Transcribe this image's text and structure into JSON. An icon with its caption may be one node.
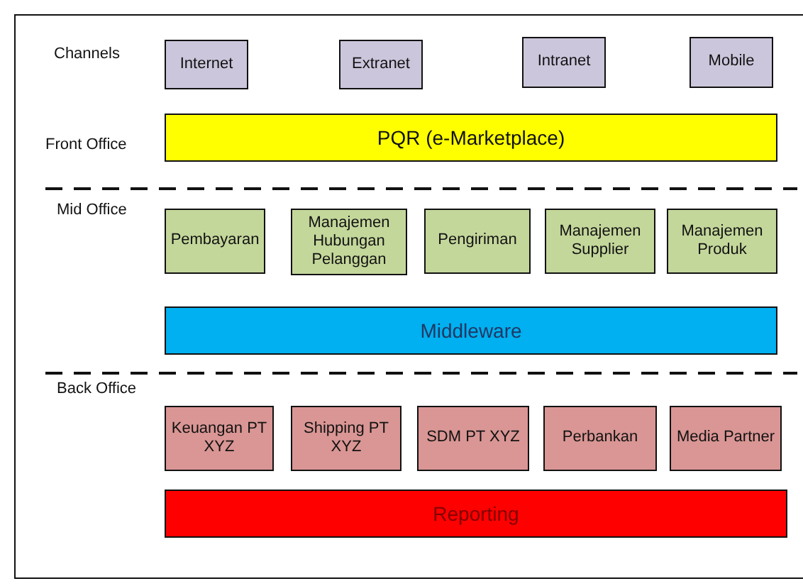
{
  "diagram": {
    "nodes": [
      {
        "text": [
          "Internet"
        ]
      },
      {
        "text": [
          "Extranet"
        ]
      },
      {
        "text": [
          "Intranet"
        ]
      },
      {
        "text": [
          "Mobile"
        ]
      },
      {
        "text": [
          "PQR (e-Marketplace)"
        ]
      },
      {
        "text": [
          "Pembayaran"
        ]
      },
      {
        "text": [
          "Manajemen Hubungan Pelanggan"
        ]
      },
      {
        "text": [
          "Pengiriman"
        ]
      },
      {
        "text": [
          "Manajemen Supplier"
        ]
      },
      {
        "text": [
          "Manajemen Produk"
        ]
      },
      {
        "text": [
          "Middleware"
        ]
      },
      {
        "text": [
          "Keuangan PT XYZ"
        ]
      },
      {
        "text": [
          "Shipping PT XYZ"
        ]
      },
      {
        "text": [
          "SDM PT XYZ"
        ]
      },
      {
        "text": [
          "Perbankan"
        ]
      },
      {
        "text": [
          "Media Partner"
        ]
      },
      {
        "text": [
          "Reporting"
        ]
      }
    ],
    "labels": [
      "Channels",
      "Front Office",
      "Mid Office",
      "Back Office"
    ]
  }
}
